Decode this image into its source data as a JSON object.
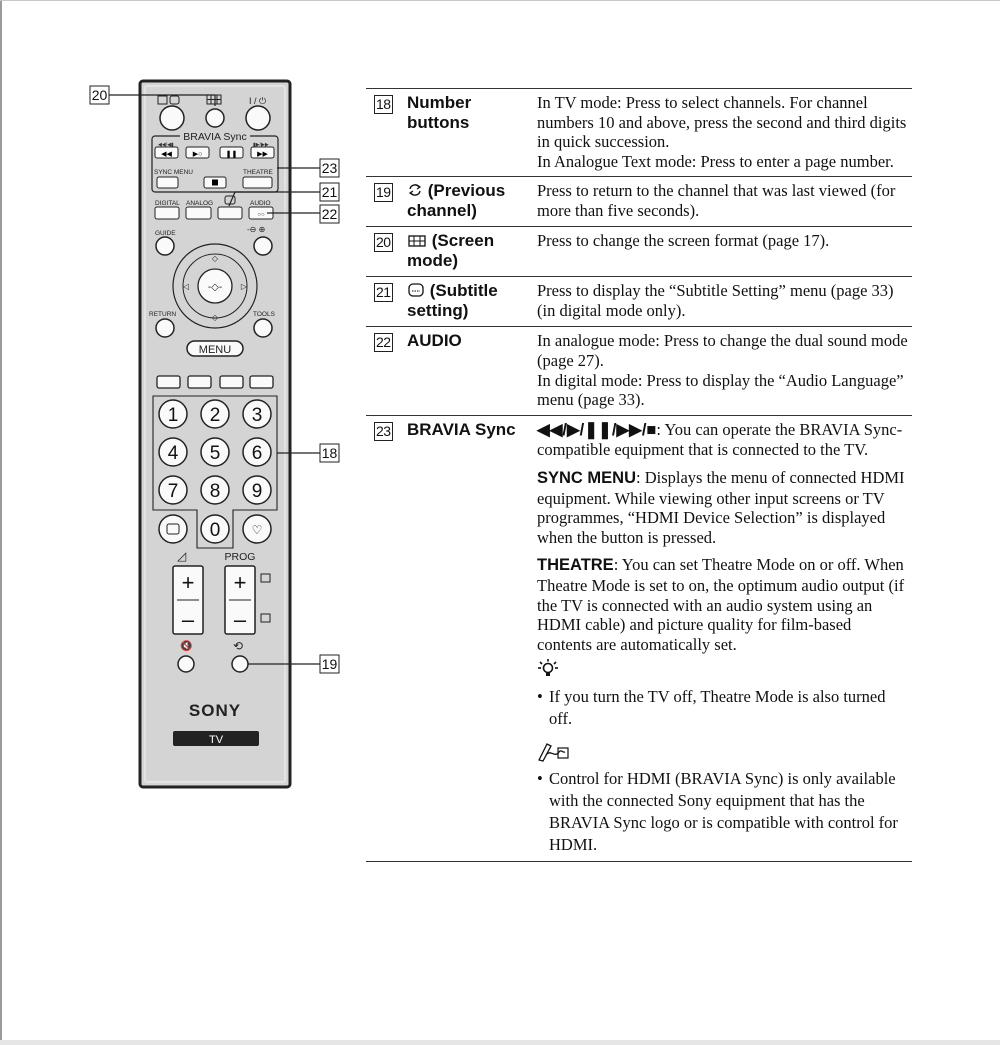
{
  "remote": {
    "brand": "SONY",
    "tv_label": "TV",
    "bravia_sync_label": "BRAVIA Sync",
    "sync_menu_label": "SYNC MENU",
    "theatre_label": "THEATRE",
    "digital_label": "DIGITAL",
    "analog_label": "ANALOG",
    "audio_label": "AUDIO",
    "guide_label": "GUIDE",
    "return_label": "RETURN",
    "tools_label": "TOOLS",
    "menu_label": "MENU",
    "prog_label": "PROG",
    "digits": [
      "1",
      "2",
      "3",
      "4",
      "5",
      "6",
      "7",
      "8",
      "9",
      "0"
    ],
    "callouts": [
      "20",
      "23",
      "21",
      "22",
      "18",
      "19"
    ]
  },
  "rows": [
    {
      "num": "18",
      "name": "Number buttons",
      "paras": [
        "In TV mode: Press to select channels. For channel numbers 10 and above, press the second and third digits in quick succession.",
        "In Analogue Text mode: Press to enter a page number."
      ]
    },
    {
      "num": "19",
      "name": "(Previous channel)",
      "desc": "Press to return to the channel that was last viewed (for more than five seconds)."
    },
    {
      "num": "20",
      "name": "(Screen mode)",
      "desc": "Press to change the screen format (page 17)."
    },
    {
      "num": "21",
      "name": "(Subtitle setting)",
      "desc": "Press to display the “Subtitle Setting” menu (page 33) (in digital mode only)."
    },
    {
      "num": "22",
      "name": "AUDIO",
      "paras": [
        "In analogue mode: Press to change the dual sound mode (page 27).",
        "In digital mode: Press to display the “Audio Language” menu (page 33)."
      ]
    },
    {
      "num": "23",
      "name": "BRAVIA Sync",
      "transport_symbols": "◀◀/▶/❚❚/▶▶/■",
      "transport_text": ": You can operate the BRAVIA Sync-compatible equipment that is connected to the TV.",
      "sync_menu_kw": "SYNC MENU",
      "sync_menu_text": ": Displays the menu of connected HDMI equipment. While viewing other input screens or TV programmes, “HDMI Device Selection” is displayed when the button is pressed.",
      "theatre_kw": "THEATRE",
      "theatre_text": ": You can set Theatre Mode on or off. When Theatre Mode is set to on, the optimum audio output (if the TV is connected with an audio system using an HDMI cable) and picture quality for film-based contents are automatically set.",
      "tip": "If you turn the TV off, Theatre Mode is also turned off.",
      "note": "Control for HDMI (BRAVIA Sync) is only available with the connected Sony equipment that has the BRAVIA Sync logo or is compatible with control for HDMI."
    }
  ]
}
